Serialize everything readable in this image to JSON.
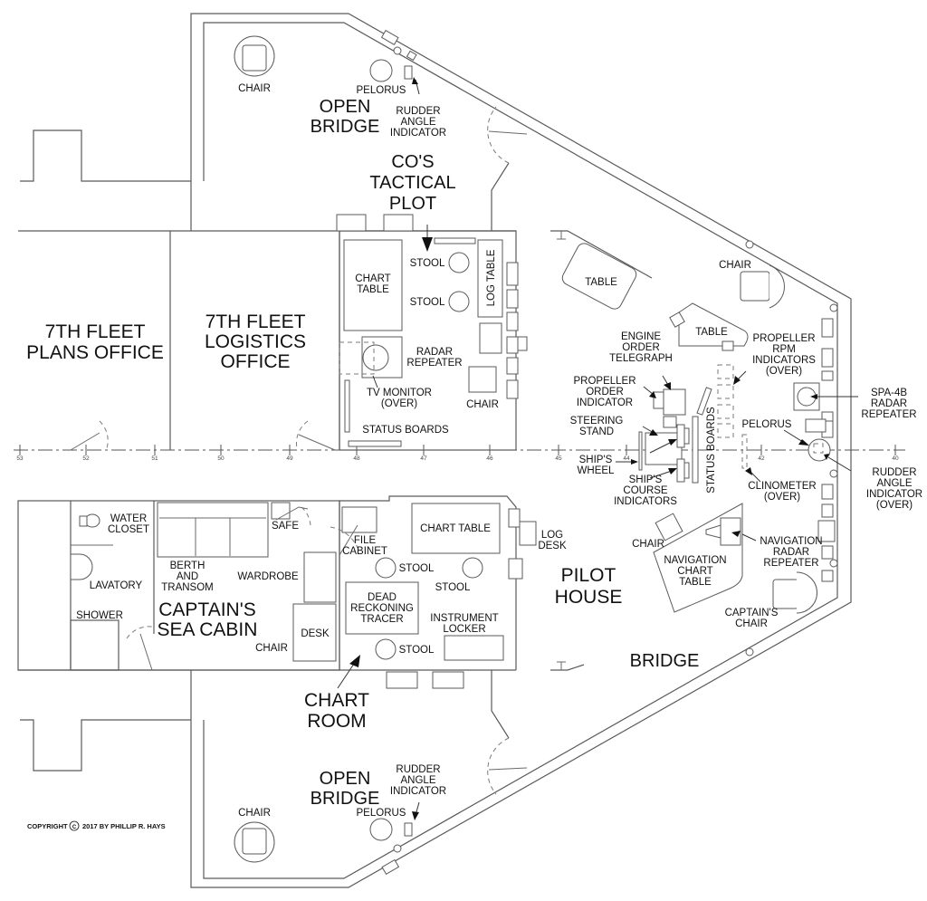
{
  "title": "Bridge deck arrangement",
  "copyright": {
    "prefix": "COPYRIGHT",
    "symbol": "C",
    "text": "2017 BY PHILLIP R. HAYS"
  },
  "rooms": {
    "open_bridge_top": [
      "OPEN",
      "BRIDGE"
    ],
    "open_bridge_bottom": [
      "OPEN",
      "BRIDGE"
    ],
    "cos_tactical_plot": [
      "CO'S",
      "TACTICAL",
      "PLOT"
    ],
    "plans_office": [
      "7TH FLEET",
      "PLANS OFFICE"
    ],
    "logistics_office": [
      "7TH FLEET",
      "LOGISTICS",
      "OFFICE"
    ],
    "captains_sea_cabin": [
      "CAPTAIN'S",
      "SEA CABIN"
    ],
    "chart_room": [
      "CHART",
      "ROOM"
    ],
    "pilot_house": [
      "PILOT",
      "HOUSE"
    ],
    "bridge": "BRIDGE"
  },
  "labels": {
    "chair": "CHAIR",
    "pelorus": "PELORUS",
    "rudder_angle_indicator": [
      "RUDDER",
      "ANGLE",
      "INDICATOR"
    ],
    "rudder_angle_indicator_over": [
      "RUDDER",
      "ANGLE",
      "INDICATOR",
      "(OVER)"
    ],
    "stool": "STOOL",
    "chart_table_tactical": [
      "CHART",
      "TABLE"
    ],
    "log_table": "LOG TABLE",
    "radar_repeater": [
      "RADAR",
      "REPEATER"
    ],
    "tv_monitor": [
      "TV MONITOR",
      "(OVER)"
    ],
    "status_boards": "STATUS BOARDS",
    "table": "TABLE",
    "engine_order_telegraph": [
      "ENGINE",
      "ORDER",
      "TELEGRAPH"
    ],
    "propeller_order_indicator": [
      "PROPELLER",
      "ORDER",
      "INDICATOR"
    ],
    "propeller_rpm_indicators": [
      "PROPELLER",
      "RPM",
      "INDICATORS",
      "(OVER)"
    ],
    "steering_stand": [
      "STEERING",
      "STAND"
    ],
    "ships_wheel": [
      "SHIP'S",
      "WHEEL"
    ],
    "ships_course_indicators": [
      "SHIP'S",
      "COURSE",
      "INDICATORS"
    ],
    "spa4b_radar_repeater": [
      "SPA-4B",
      "RADAR",
      "REPEATER"
    ],
    "clinometer": [
      "CLINOMETER",
      "(OVER)"
    ],
    "navigation_radar_repeater": [
      "NAVIGATION",
      "RADAR",
      "REPEATER"
    ],
    "navigation_chart_table": [
      "NAVIGATION",
      "CHART",
      "TABLE"
    ],
    "captains_chair": [
      "CAPTAIN'S",
      "CHAIR"
    ],
    "water_closet": [
      "WATER",
      "CLOSET"
    ],
    "lavatory": "LAVATORY",
    "shower": "SHOWER",
    "berth_and_transom": [
      "BERTH",
      "AND",
      "TRANSOM"
    ],
    "safe": "SAFE",
    "wardrobe": "WARDROBE",
    "desk": "DESK",
    "file_cabinet": [
      "FILE",
      "CABINET"
    ],
    "chart_table_chartroom": "CHART TABLE",
    "log_desk": [
      "LOG",
      "DESK"
    ],
    "dead_reckoning_tracer": [
      "DEAD",
      "RECKONING",
      "TRACER"
    ],
    "instrument_locker": [
      "INSTRUMENT",
      "LOCKER"
    ]
  },
  "frame_numbers": [
    "53",
    "52",
    "51",
    "50",
    "49",
    "48",
    "47",
    "46",
    "45",
    "44",
    "42",
    "40"
  ]
}
